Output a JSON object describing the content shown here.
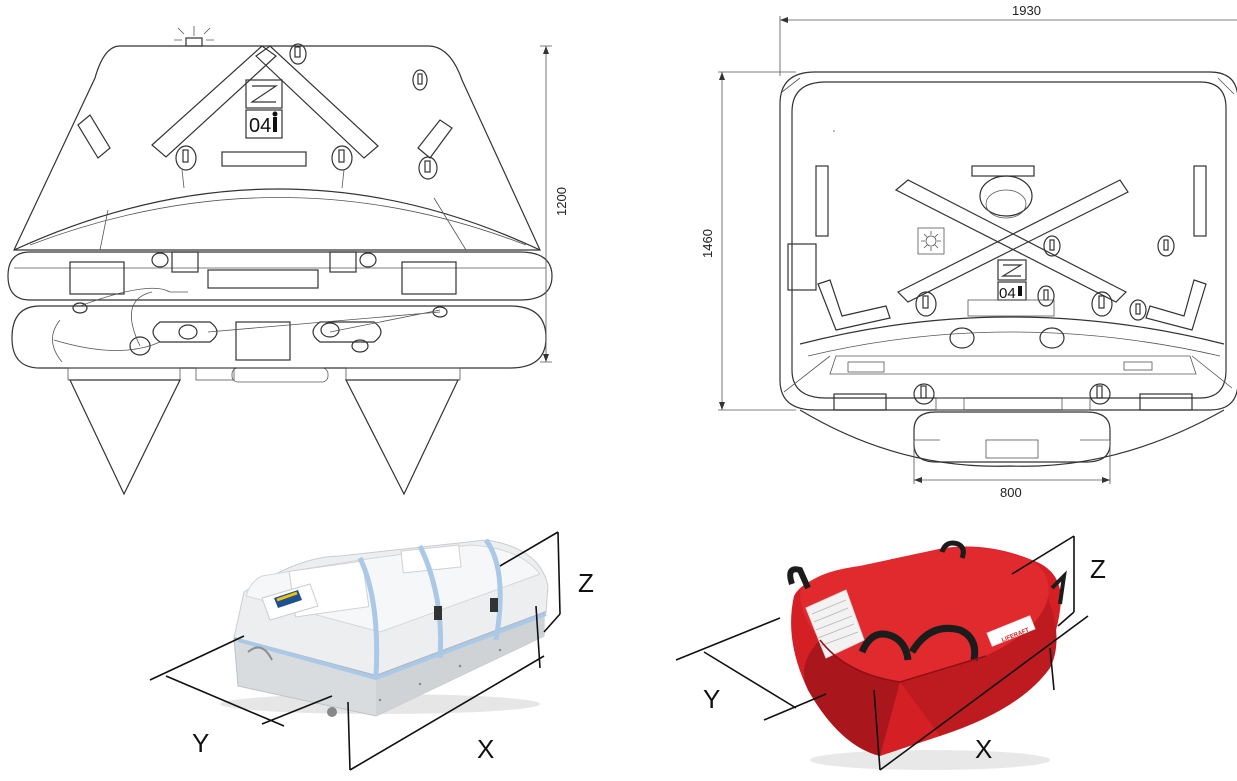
{
  "side_view": {
    "height_dimension": "1200",
    "serial_mark": "04"
  },
  "top_view": {
    "width_dimension": "1930",
    "length_dimension": "1460",
    "boarding_dimension": "800",
    "serial_mark": "04"
  },
  "container": {
    "axis_x": "X",
    "axis_y": "Y",
    "axis_z": "Z"
  },
  "valise": {
    "axis_x": "X",
    "axis_y": "Y",
    "axis_z": "Z",
    "brand_label": "LIFERAFT"
  },
  "colors": {
    "line": "#333333",
    "container_white": "#eceef0",
    "container_shadow": "#c9ccd0",
    "strap_blue": "#a9c9e6",
    "valise_red": "#d42025",
    "valise_dark_red": "#a9161b",
    "handle_black": "#1c1c1c",
    "brand_yellow": "#f2c200",
    "brand_blue": "#1d4f91"
  }
}
